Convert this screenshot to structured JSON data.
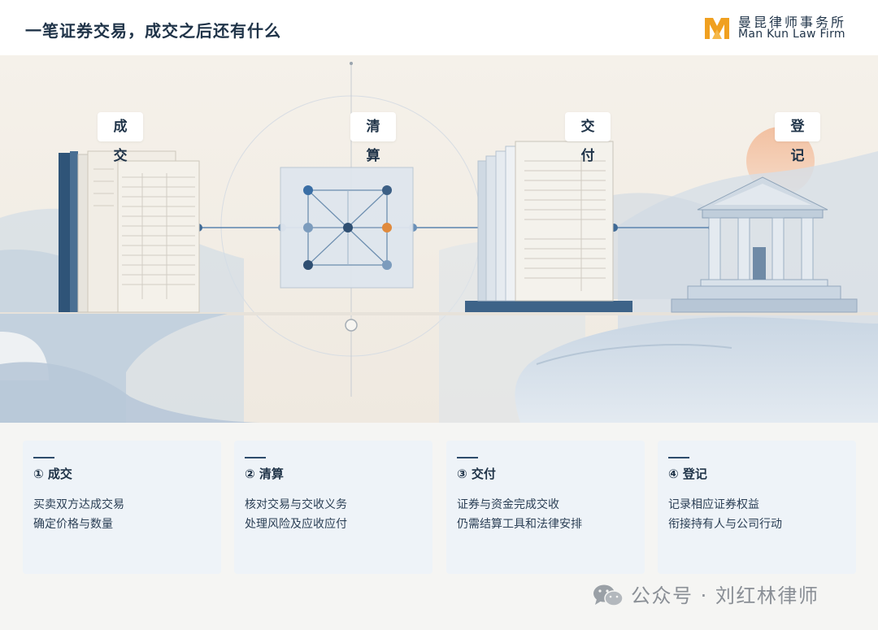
{
  "header": {
    "title": "一笔证券交易，成交之后还有什么",
    "firm_name_cn": "曼昆律师事务所",
    "firm_name_en": "Man Kun Law Firm",
    "logo_icon": "mankun-logo-icon"
  },
  "stages": [
    {
      "label": "成交"
    },
    {
      "label": "清算"
    },
    {
      "label": "交付"
    },
    {
      "label": "登记"
    }
  ],
  "cards": [
    {
      "title": "① 成交",
      "lines": [
        "买卖双方达成交易",
        "确定价格与数量"
      ]
    },
    {
      "title": "② 清算",
      "lines": [
        "核对交易与交收义务",
        "处理风险及应收应付"
      ]
    },
    {
      "title": "③ 交付",
      "lines": [
        "证券与资金完成交收",
        "仍需结算工具和法律安排"
      ]
    },
    {
      "title": "④ 登记",
      "lines": [
        "记录相应证券权益",
        "衔接持有人与公司行动"
      ]
    }
  ],
  "footer": {
    "text": "公众号 · 刘红林律师",
    "icon": "wechat-icon"
  },
  "colors": {
    "brand_orange": "#f0a020",
    "navy": "#1f3348",
    "node_blue": "#3a6ea5",
    "node_orange": "#e08a3c",
    "card_bg": "#eef3f8"
  }
}
